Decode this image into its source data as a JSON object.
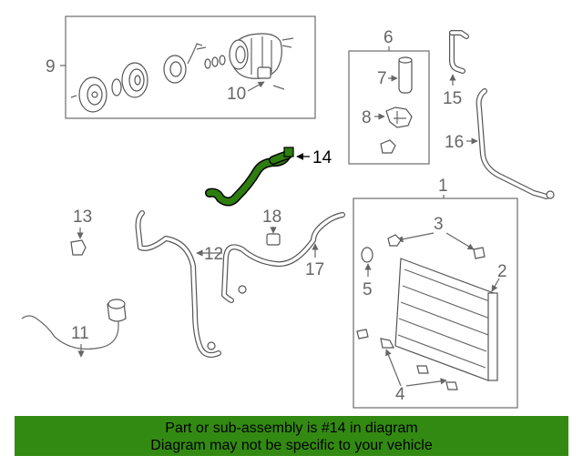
{
  "callouts": {
    "c1": "1",
    "c2": "2",
    "c3": "3",
    "c4": "4",
    "c5": "5",
    "c6": "6",
    "c7": "7",
    "c8": "8",
    "c9": "9",
    "c10": "10",
    "c11": "11",
    "c12": "12",
    "c13": "13",
    "c14": "14",
    "c15": "15",
    "c16": "16",
    "c17": "17",
    "c18": "18"
  },
  "highlight": {
    "part": "14",
    "color": "#2e7d0f"
  },
  "banner": {
    "line1": "Part or sub-assembly is #14 in diagram",
    "line2": "Diagram may not be specific to your vehicle",
    "color": "#338a12"
  }
}
